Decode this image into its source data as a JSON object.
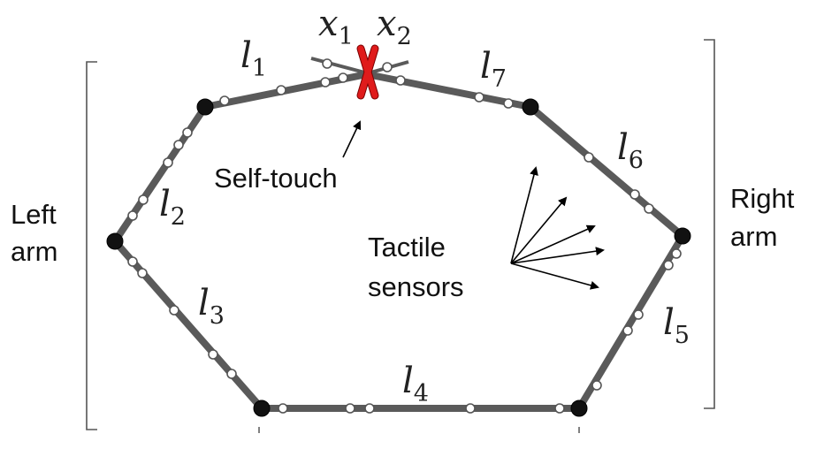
{
  "labels": {
    "left_arm_line1": "Left",
    "left_arm_line2": "arm",
    "right_arm_line1": "Right",
    "right_arm_line2": "arm",
    "self_touch": "Self-touch",
    "tactile_line1": "Tactile",
    "tactile_line2": "sensors"
  },
  "links": [
    {
      "var": "l",
      "sub": "1"
    },
    {
      "var": "l",
      "sub": "2"
    },
    {
      "var": "l",
      "sub": "3"
    },
    {
      "var": "l",
      "sub": "4"
    },
    {
      "var": "l",
      "sub": "5"
    },
    {
      "var": "l",
      "sub": "6"
    },
    {
      "var": "l",
      "sub": "7"
    }
  ],
  "contact_points": [
    {
      "var": "x",
      "sub": "1"
    },
    {
      "var": "x",
      "sub": "2"
    }
  ],
  "colors": {
    "link": "#5a5a5a",
    "joint": "#111111",
    "taxel_fill": "#ffffff",
    "touch_marker": "#e01b1b"
  }
}
